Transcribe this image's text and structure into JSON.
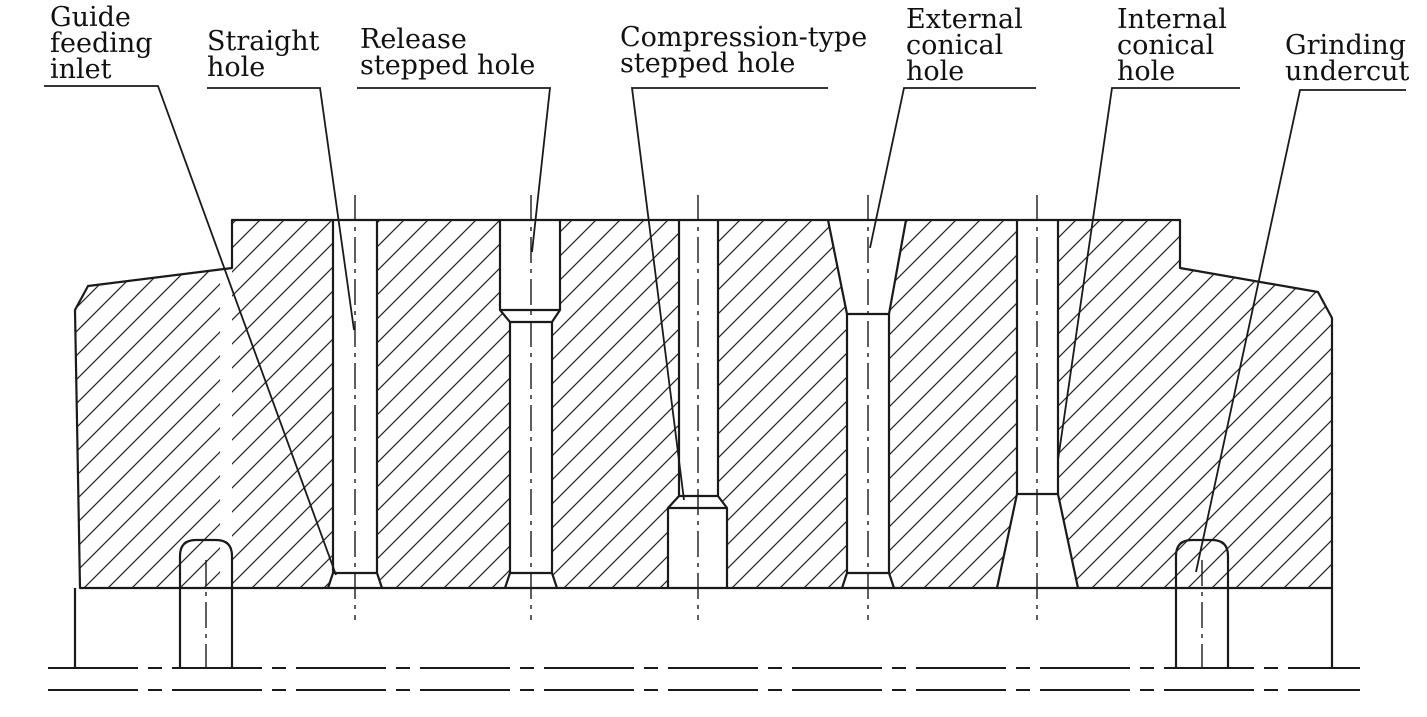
{
  "labels": {
    "guide": [
      "Guide",
      "feeding",
      "inlet"
    ],
    "straight": [
      "Straight",
      "hole"
    ],
    "release": [
      "Release",
      "stepped hole"
    ],
    "compression": [
      "Compression-type",
      "stepped hole"
    ],
    "external": [
      "External",
      "conical",
      "hole"
    ],
    "internal": [
      "Internal",
      "conical",
      "hole"
    ],
    "grinding": [
      "Grinding",
      "undercut"
    ]
  },
  "colors": {
    "line": "#1a1a1a",
    "hatch": "#2a2a2a",
    "background": "#ffffff"
  }
}
